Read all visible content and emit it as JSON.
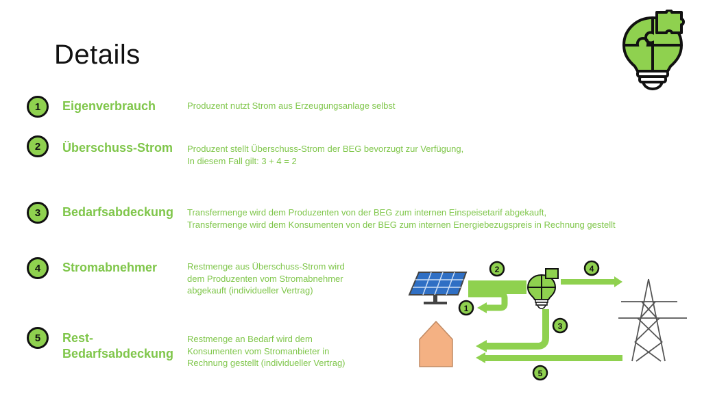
{
  "title": "Details",
  "colors": {
    "accent_green": "#8fd14f",
    "text_green": "#7fc64a",
    "house": "#f4b183",
    "panel_blue": "#2f6fc4",
    "dark": "#111111"
  },
  "icons": {
    "logo": "lightbulb-puzzle-icon",
    "solar": "solar-panel-icon",
    "house": "house-icon",
    "pylon": "power-pylon-icon"
  },
  "items": [
    {
      "num": "1",
      "term": "Eigenverbrauch",
      "desc": [
        "Produzent nutzt Strom aus Erzeugungsanlage selbst"
      ]
    },
    {
      "num": "2",
      "term": "Überschuss-Strom",
      "desc": [
        "Produzent stellt Überschuss-Strom der BEG bevorzugt zur Verfügung,",
        "In diesem Fall gilt: 3 + 4 = 2"
      ]
    },
    {
      "num": "3",
      "term": "Bedarfsabdeckung",
      "desc": [
        "Transfermenge wird dem Produzenten von der BEG zum internen Einspeisetarif abgekauft,",
        "Transfermenge wird dem Konsumenten von der BEG zum internen Energiebezugspreis in Rechnung gestellt"
      ]
    },
    {
      "num": "4",
      "term": "Stromabnehmer",
      "desc": [
        "Restmenge aus Überschuss-Strom wird",
        "dem Produzenten vom Stromabnehmer",
        "abgekauft (individueller Vertrag)"
      ]
    },
    {
      "num": "5",
      "term": "Rest-Bedarfsabdeckung",
      "term_lines": [
        "Rest-",
        "Bedarfsabdeckung"
      ],
      "desc": [
        "Restmenge an Bedarf wird dem",
        "Konsumenten vom Stromanbieter in",
        "Rechnung gestellt (individueller Vertrag)"
      ]
    }
  ],
  "diagram_labels": [
    "1",
    "2",
    "3",
    "4",
    "5"
  ]
}
